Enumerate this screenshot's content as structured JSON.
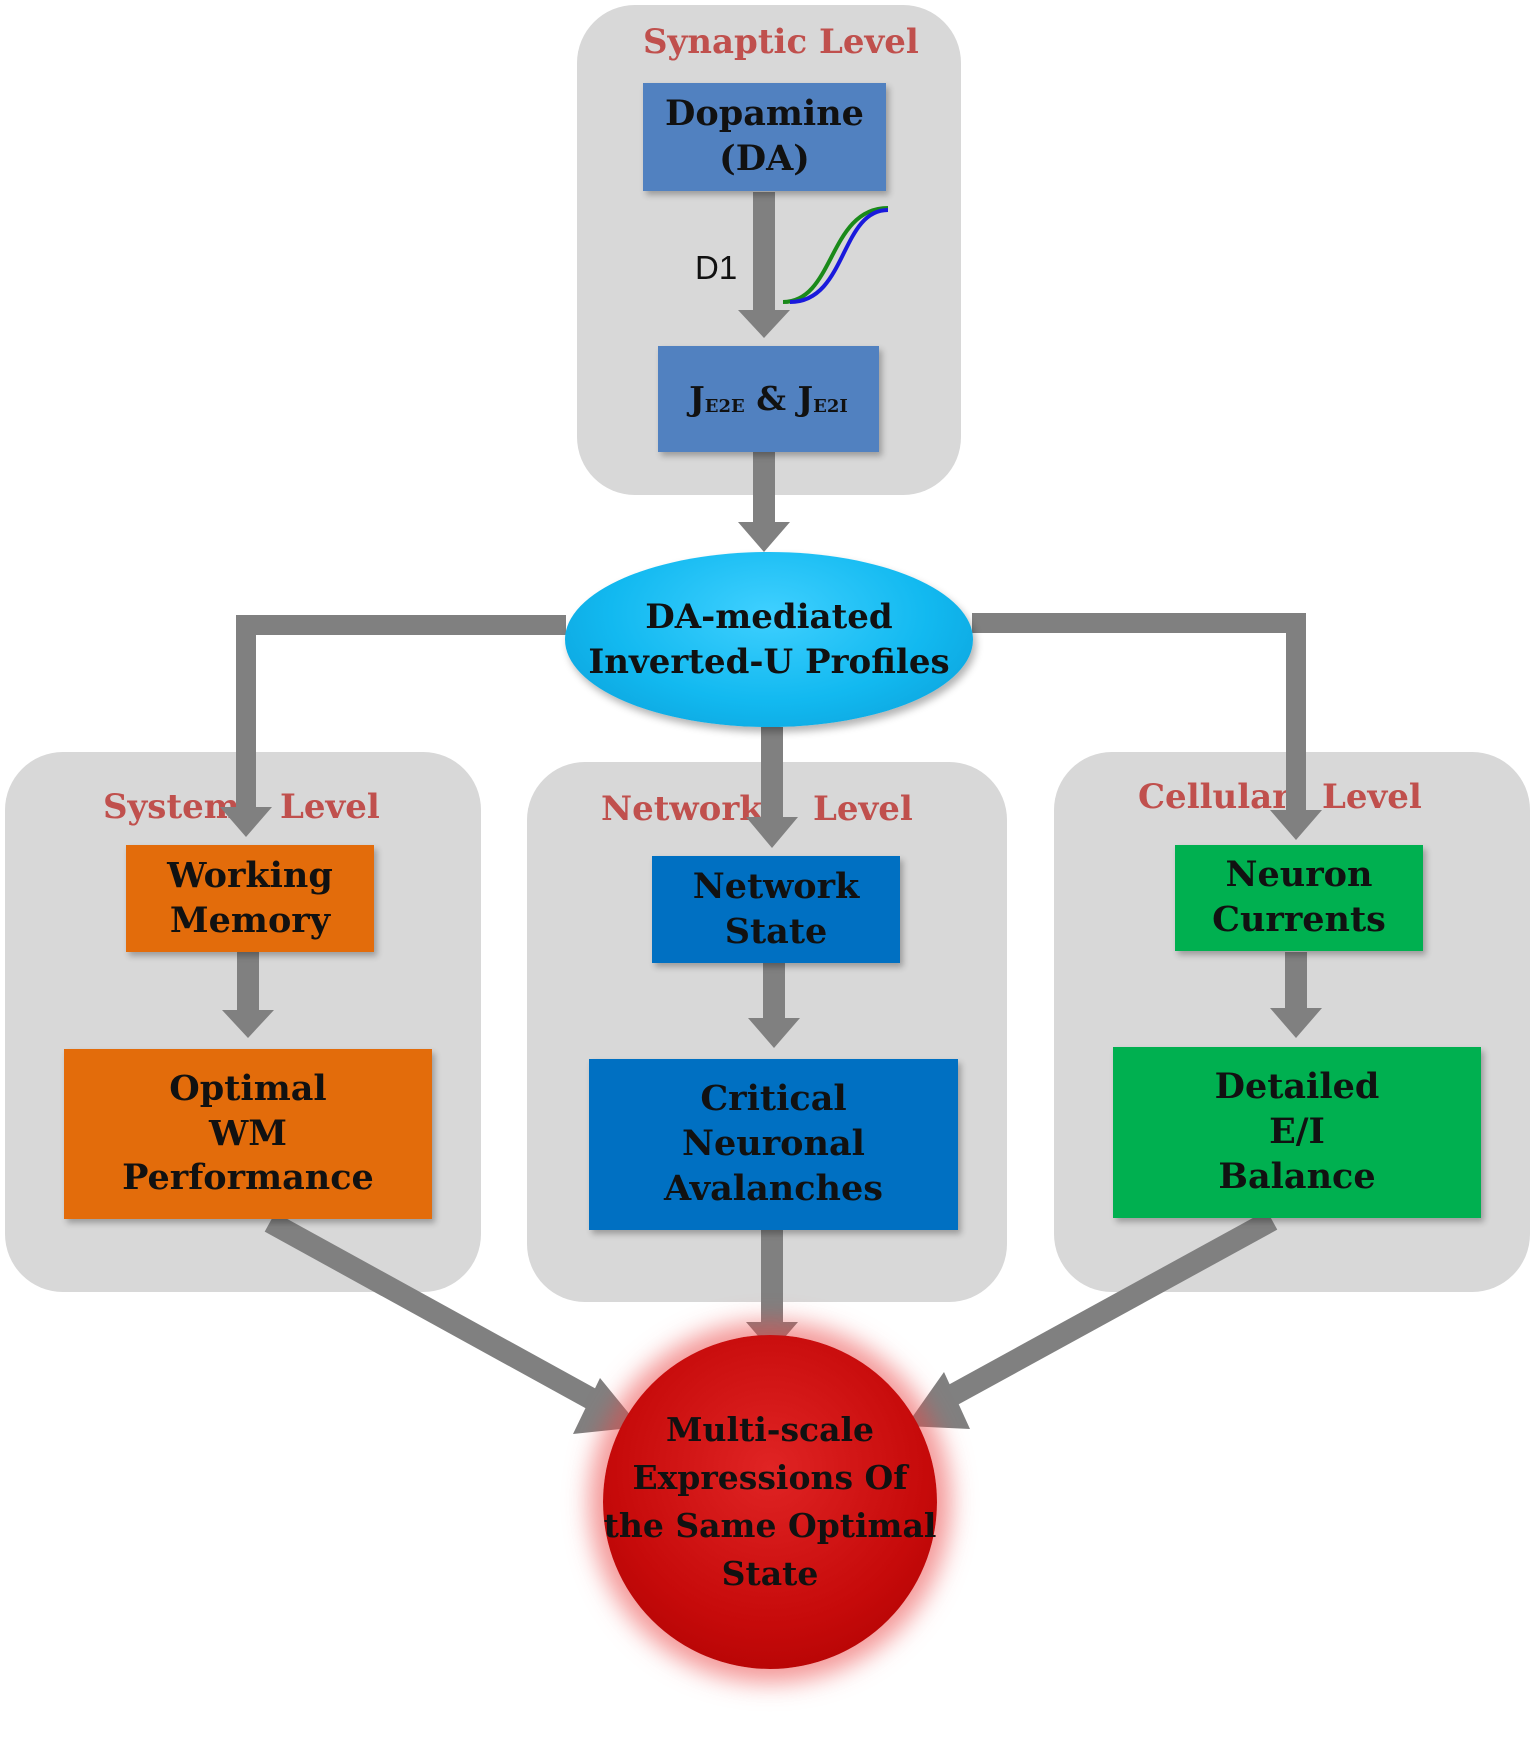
{
  "panels": {
    "synaptic": {
      "label": "Synaptic Level"
    },
    "system": {
      "label_left": "System",
      "label_right": "Level"
    },
    "network": {
      "label_left": "Network",
      "label_right": "Level"
    },
    "cellular": {
      "label_left": "Cellular",
      "label_right": "Level"
    }
  },
  "nodes": {
    "dopamine": {
      "line1": "Dopamine",
      "line2": "(DA)"
    },
    "d1_label": "D1",
    "j_box": {
      "j1": "J",
      "sub1": "E2E",
      "amp": "&",
      "j2": "J",
      "sub2": "E2I"
    },
    "inverted_u": {
      "line1": "DA-mediated",
      "line2": "Inverted-U",
      "line3": "Profiles"
    },
    "working_memory": {
      "line1": "Working",
      "line2": "Memory"
    },
    "optimal_wm": {
      "line1": "Optimal",
      "line2": "WM",
      "line3": "Performance"
    },
    "network_state": {
      "line1": "Network",
      "line2": "State"
    },
    "critical_avalanches": {
      "line1": "Critical",
      "line2": "Neuronal",
      "line3": "Avalanches"
    },
    "neuron_currents": {
      "line1": "Neuron",
      "line2": "Currents"
    },
    "ei_balance": {
      "line1": "Detailed",
      "line2": "E/I",
      "line3": "Balance"
    },
    "optimal_state": {
      "line1": "Multi-scale",
      "line2": "Expressions",
      "line3": "Of the Same",
      "line4": "Optimal State"
    }
  },
  "colors": {
    "panel": "#d8d8d8",
    "level_label": "#c0504d",
    "arrow": "#808080",
    "synaptic_box": "#5181c0",
    "system_box": "#e36c0b",
    "network_box": "#0070c2",
    "cellular_box": "#00b050",
    "ellipse": "#12b9f0",
    "circle": "#c60a0a",
    "sigmoid_green": "#1a8a1a",
    "sigmoid_blue": "#1a1adc"
  }
}
